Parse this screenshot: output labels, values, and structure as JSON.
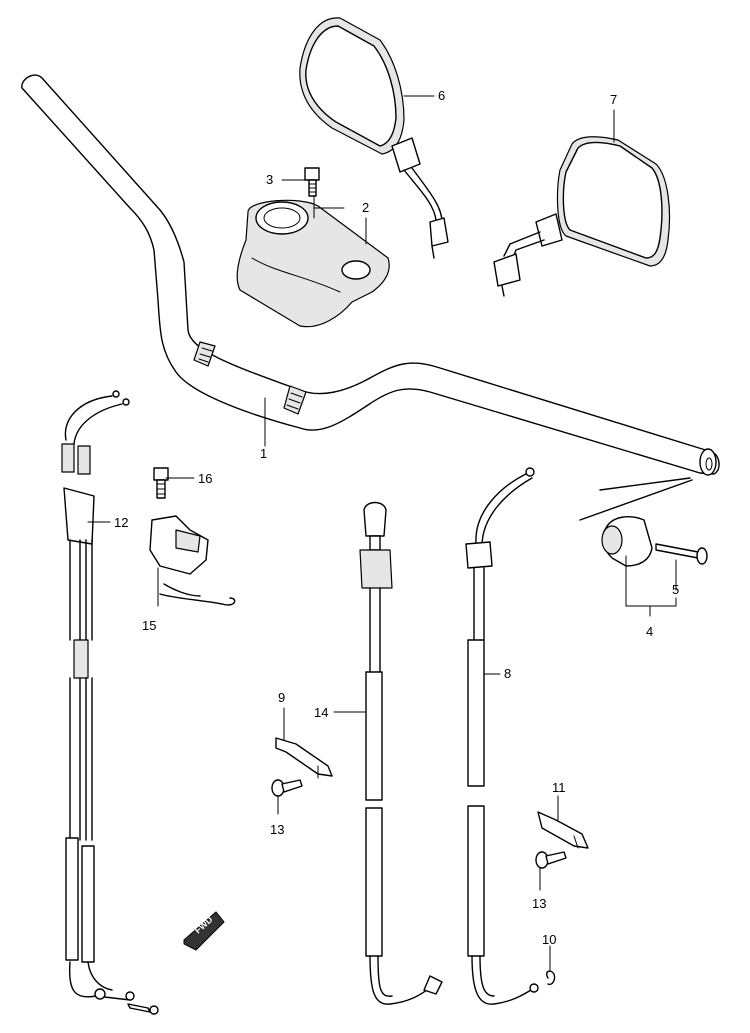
{
  "callouts": [
    {
      "id": "1",
      "text": "1"
    },
    {
      "id": "2",
      "text": "2"
    },
    {
      "id": "3",
      "text": "3"
    },
    {
      "id": "4",
      "text": "4"
    },
    {
      "id": "5",
      "text": "5"
    },
    {
      "id": "6",
      "text": "6"
    },
    {
      "id": "7",
      "text": "7"
    },
    {
      "id": "8",
      "text": "8"
    },
    {
      "id": "9",
      "text": "9"
    },
    {
      "id": "10",
      "text": "10"
    },
    {
      "id": "11",
      "text": "11"
    },
    {
      "id": "12",
      "text": "12"
    },
    {
      "id": "13a",
      "text": "13"
    },
    {
      "id": "13b",
      "text": "13"
    },
    {
      "id": "14",
      "text": "14"
    },
    {
      "id": "15",
      "text": "15"
    },
    {
      "id": "16",
      "text": "16"
    }
  ],
  "direction_badge": {
    "text": "FWD"
  }
}
